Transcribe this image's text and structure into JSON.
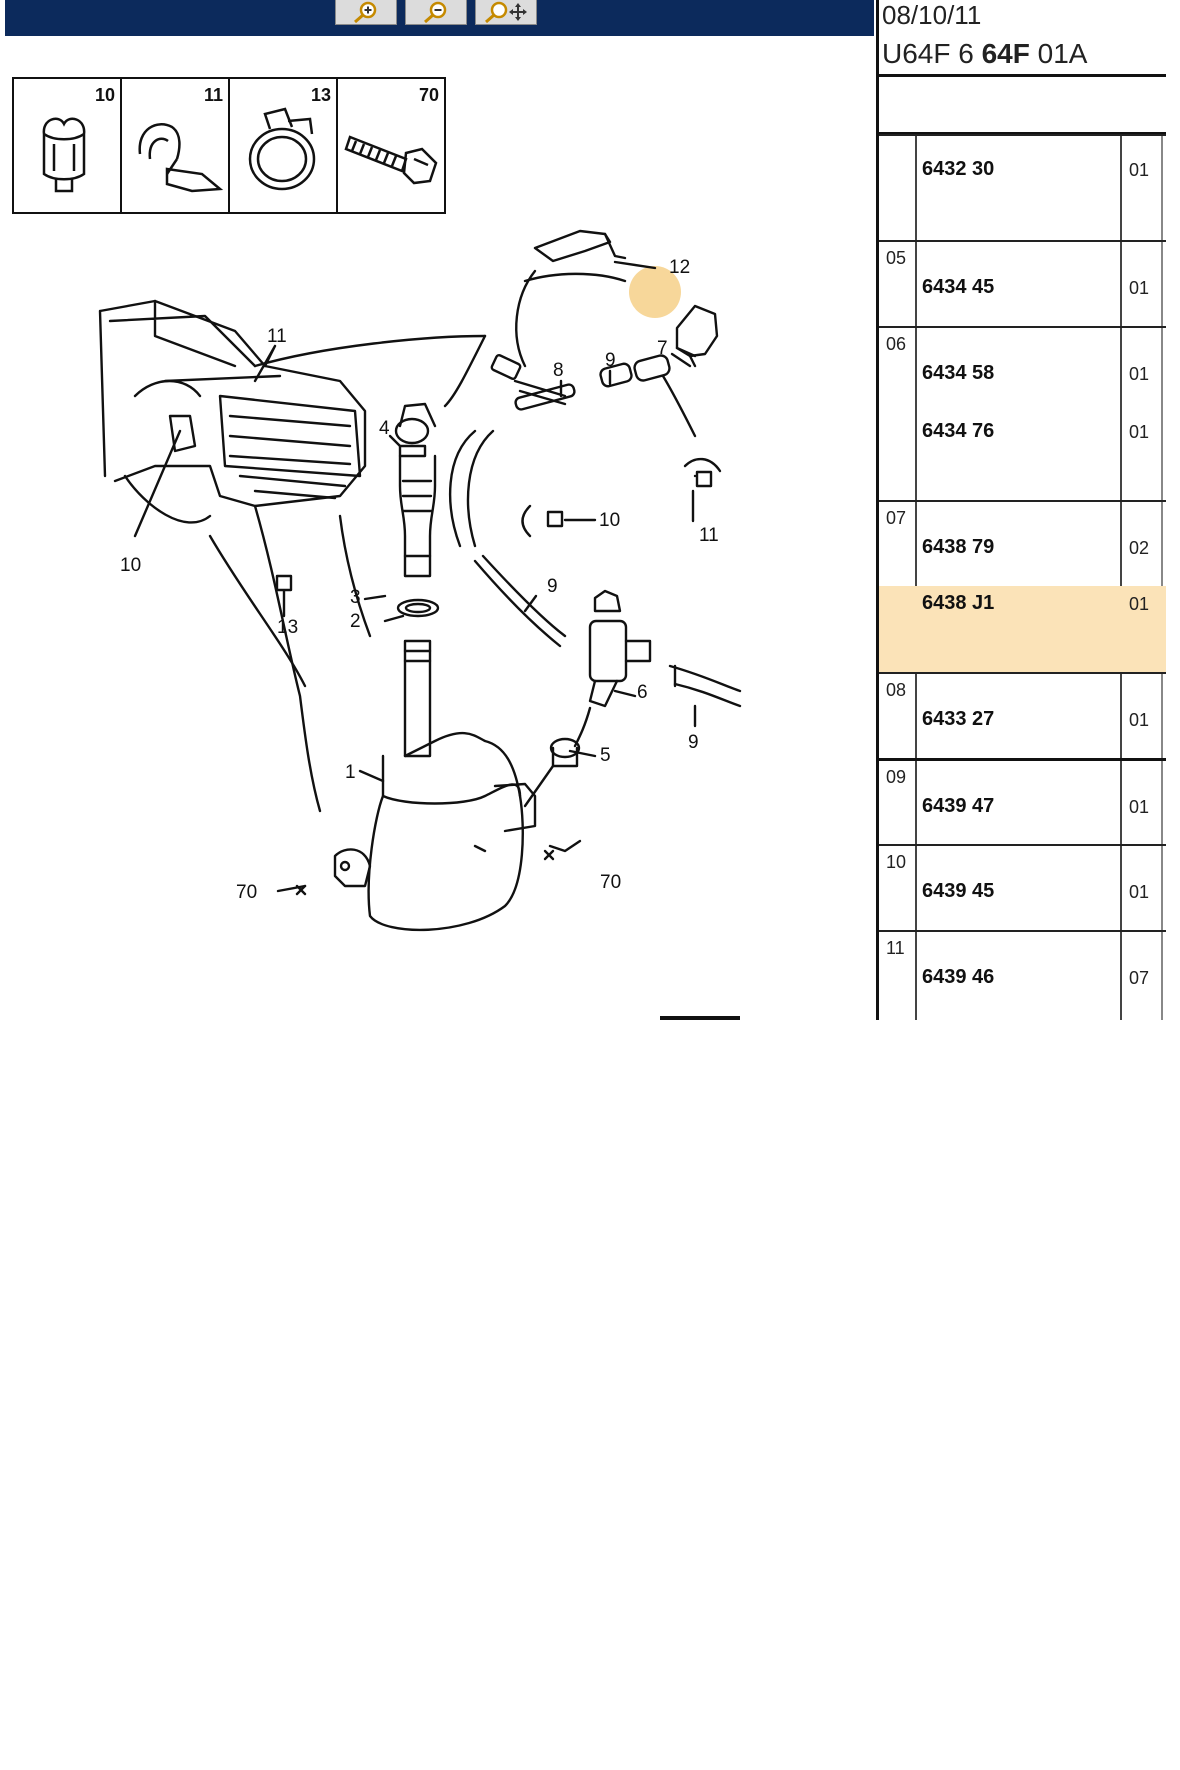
{
  "toolbar": {
    "buttons": [
      {
        "name": "zoom-in",
        "icon": "magnifier-plus-icon"
      },
      {
        "name": "zoom-out",
        "icon": "magnifier-minus-icon"
      },
      {
        "name": "pan",
        "icon": "magnifier-move-icon"
      }
    ]
  },
  "legend": [
    {
      "num": "10",
      "icon": "clip-icon"
    },
    {
      "num": "11",
      "icon": "bracket-clip-icon"
    },
    {
      "num": "13",
      "icon": "hose-clamp-icon"
    },
    {
      "num": "70",
      "icon": "screw-icon"
    }
  ],
  "diagram": {
    "callouts": {
      "c1": "1",
      "c2": "2",
      "c3": "3",
      "c4": "4",
      "c5": "5",
      "c6": "6",
      "c7": "7",
      "c8": "8",
      "c9a": "9",
      "c9b": "9",
      "c9c": "9",
      "c10a": "10",
      "c10b": "10",
      "c11a": "11",
      "c11b": "11",
      "c12": "12",
      "c13": "13",
      "c70a": "70",
      "c70b": "70"
    }
  },
  "panel": {
    "date": "08/10/11",
    "code_prefix": "U64F 6 ",
    "code_bold": "64F",
    "code_suffix": " 01A",
    "rows": [
      {
        "idx": "",
        "ref": "6432 30",
        "qty": "01"
      },
      {
        "idx": "05",
        "ref": "6434 45",
        "qty": "01"
      },
      {
        "idx": "06",
        "ref": "6434 58",
        "qty": "01",
        "ref2": "6434 76",
        "qty2": "01"
      },
      {
        "idx": "07",
        "ref": "6438 79",
        "qty": "02"
      },
      {
        "idx": "",
        "ref": "6438 J1",
        "qty": "01",
        "selected": true
      },
      {
        "idx": "08",
        "ref": "6433 27",
        "qty": "01"
      },
      {
        "idx": "09",
        "ref": "6439 47",
        "qty": "01"
      },
      {
        "idx": "10",
        "ref": "6439 45",
        "qty": "01"
      },
      {
        "idx": "11",
        "ref": "6439 46",
        "qty": "07"
      }
    ]
  },
  "colors": {
    "toolbar": "#0c2a5c",
    "selected_row": "#fbe3b8",
    "highlight": "#f7d79a"
  }
}
